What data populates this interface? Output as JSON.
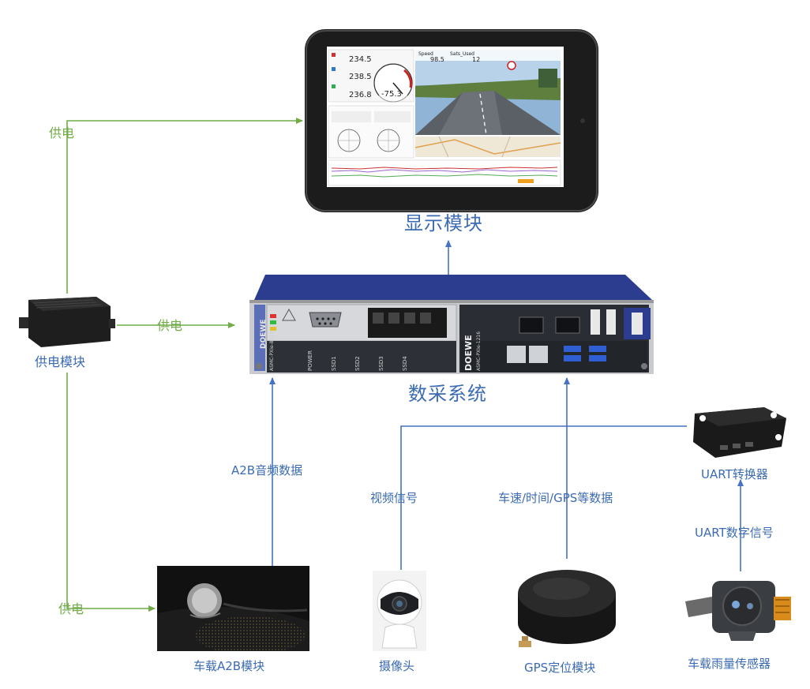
{
  "display": {
    "label": "显示模块",
    "readouts": {
      "v1": "234.5",
      "v2": "238.5",
      "v3": "236.8",
      "gauge": "-75.3",
      "speed_label": "Speed",
      "speed": "98.5",
      "sats_label": "Sats_Used",
      "sats": "12"
    }
  },
  "daq": {
    "label": "数采系统",
    "brand": "DOEWE",
    "model_left": "ASMC-PXIe-8018",
    "model_right": "ASMC-PXIe-1216",
    "slot_labels": [
      "POWER",
      "SSD1",
      "SSD2",
      "SSD3",
      "SSD4"
    ]
  },
  "power": {
    "label": "供电模块",
    "line_label": "供电"
  },
  "a2b": {
    "label": "车载A2B模块",
    "link_label": "A2B音频数据"
  },
  "camera": {
    "label": "摄像头",
    "link_label": "视频信号"
  },
  "gps": {
    "label": "GPS定位模块",
    "link_label": "车速/时间/GPS等数据"
  },
  "uart": {
    "label": "UART转换器",
    "link_label": "UART数字信号"
  },
  "rain": {
    "label": "车载雨量传感器"
  },
  "colors": {
    "blue_line": "#4472c4",
    "green_line": "#70ad47",
    "label_blue": "#3b6bb2"
  }
}
